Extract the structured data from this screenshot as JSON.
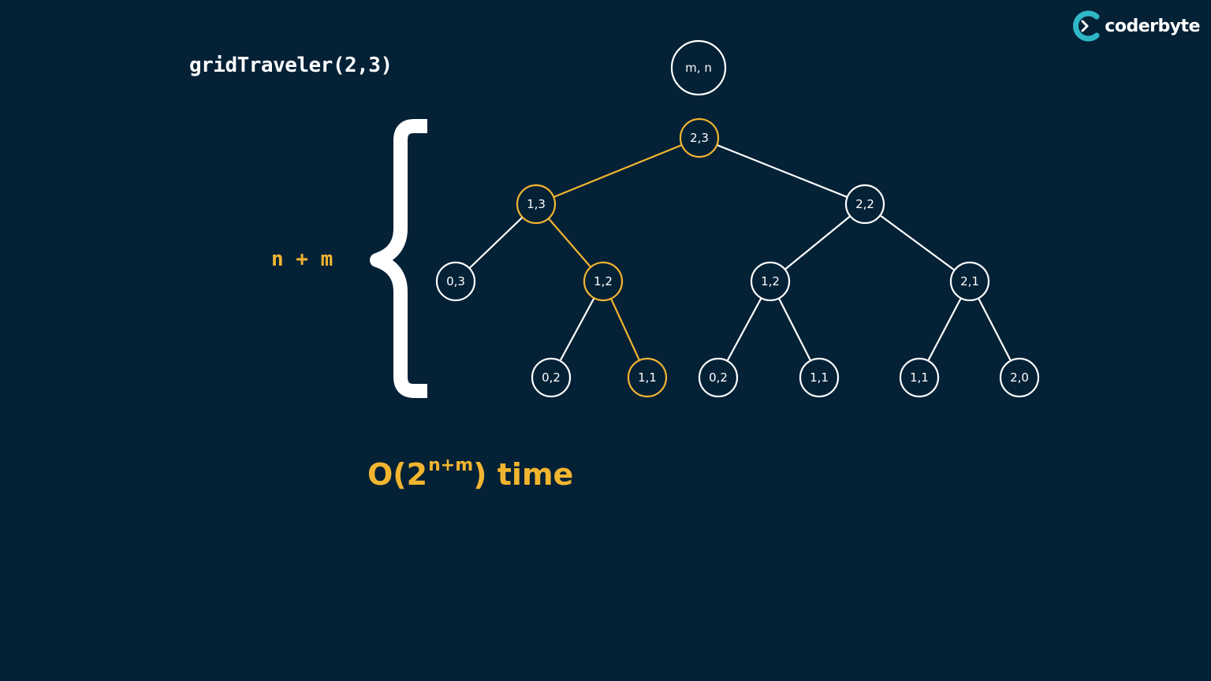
{
  "code_title": "gridTraveler(2,3)",
  "bracket_label": "n + m",
  "brand": {
    "name": "coderbyte"
  },
  "complexity": {
    "prefix": "O(2",
    "exponent": "n+m",
    "suffix": ") time"
  },
  "colors": {
    "background": "#052136",
    "default": "#ffffff",
    "highlight": "#f2b530",
    "logo_accent": "#2fb7c6"
  },
  "tree": {
    "legend_label": "m, n",
    "nodes": [
      {
        "id": "n23",
        "label": "2,3",
        "highlight": true
      },
      {
        "id": "n13",
        "label": "1,3",
        "highlight": true
      },
      {
        "id": "n22",
        "label": "2,2",
        "highlight": false
      },
      {
        "id": "n03",
        "label": "0,3",
        "highlight": false
      },
      {
        "id": "n12a",
        "label": "1,2",
        "highlight": true
      },
      {
        "id": "n12b",
        "label": "1,2",
        "highlight": false
      },
      {
        "id": "n21",
        "label": "2,1",
        "highlight": false
      },
      {
        "id": "n02a",
        "label": "0,2",
        "highlight": false
      },
      {
        "id": "n11a",
        "label": "1,1",
        "highlight": true
      },
      {
        "id": "n02b",
        "label": "0,2",
        "highlight": false
      },
      {
        "id": "n11b",
        "label": "1,1",
        "highlight": false
      },
      {
        "id": "n11c",
        "label": "1,1",
        "highlight": false
      },
      {
        "id": "n20",
        "label": "2,0",
        "highlight": false
      }
    ],
    "edges": [
      {
        "from": "n23",
        "to": "n13",
        "highlight": true
      },
      {
        "from": "n23",
        "to": "n22",
        "highlight": false
      },
      {
        "from": "n13",
        "to": "n03",
        "highlight": false
      },
      {
        "from": "n13",
        "to": "n12a",
        "highlight": true
      },
      {
        "from": "n22",
        "to": "n12b",
        "highlight": false
      },
      {
        "from": "n22",
        "to": "n21",
        "highlight": false
      },
      {
        "from": "n12a",
        "to": "n02a",
        "highlight": false
      },
      {
        "from": "n12a",
        "to": "n11a",
        "highlight": true
      },
      {
        "from": "n12b",
        "to": "n02b",
        "highlight": false
      },
      {
        "from": "n12b",
        "to": "n11b",
        "highlight": false
      },
      {
        "from": "n21",
        "to": "n11c",
        "highlight": false
      },
      {
        "from": "n21",
        "to": "n20",
        "highlight": false
      }
    ]
  }
}
